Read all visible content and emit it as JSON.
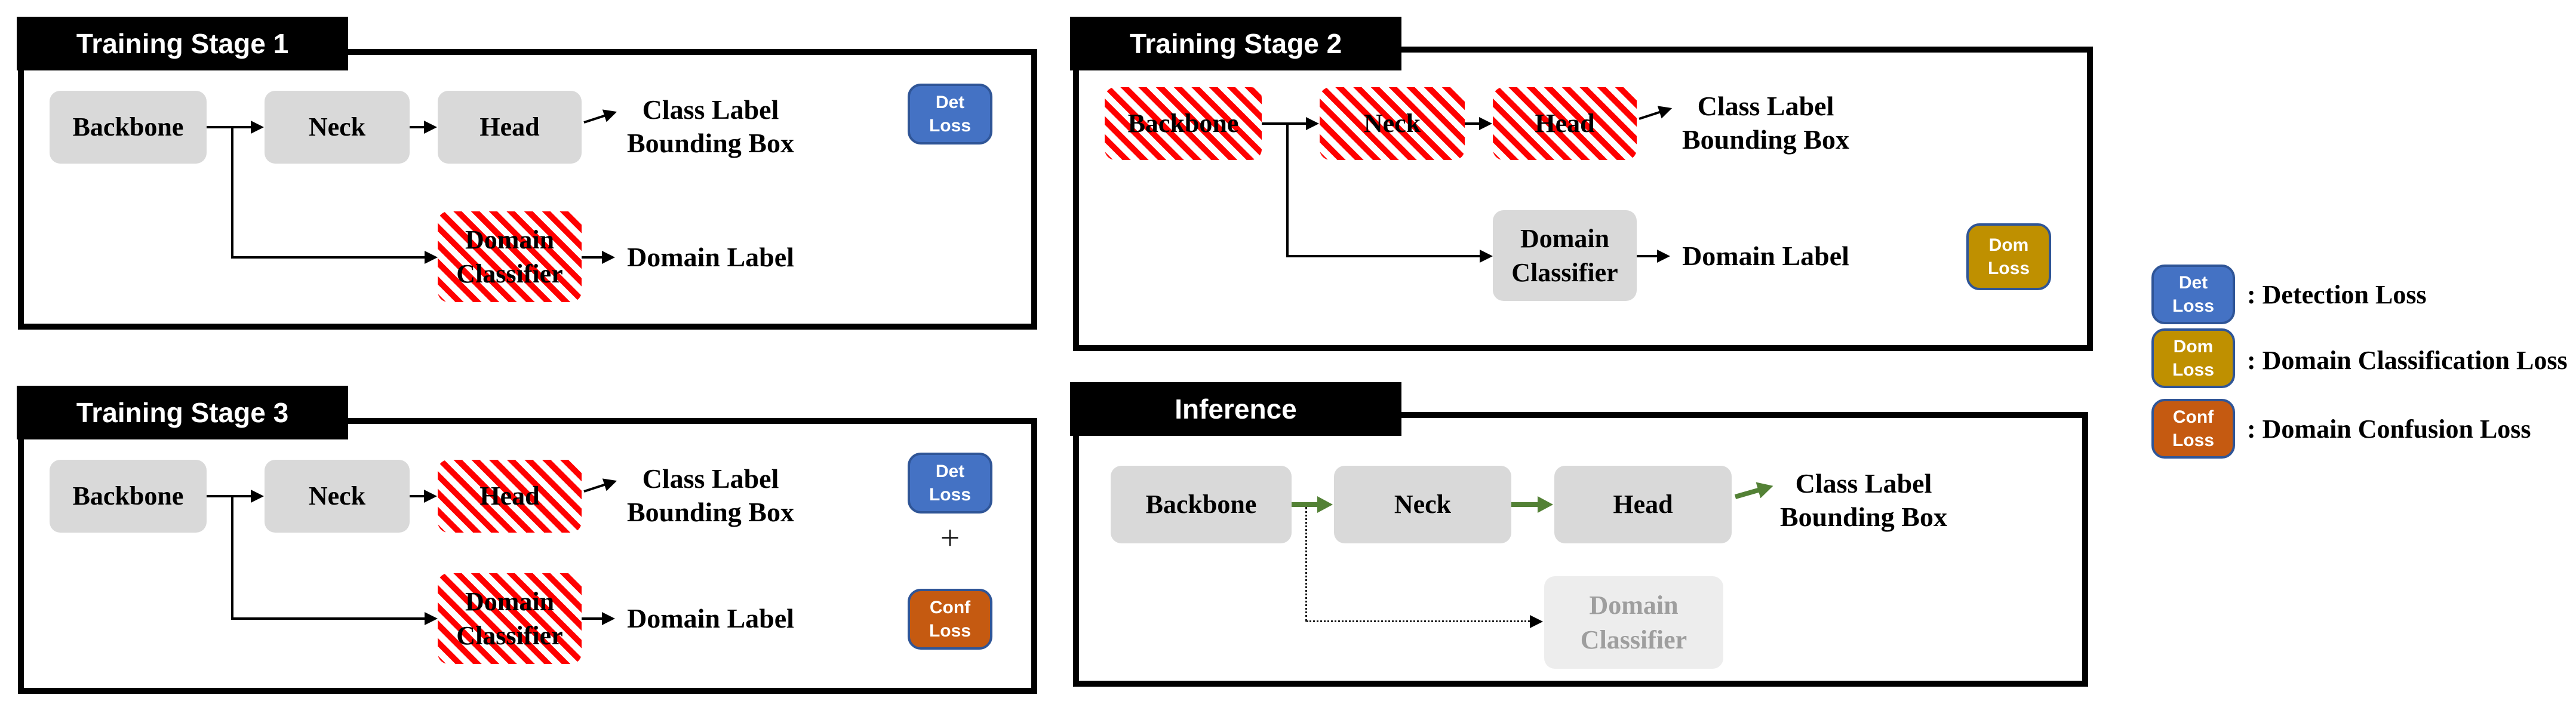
{
  "colors": {
    "det-blue": "#4472C4",
    "dom-gold": "#BF9000",
    "conf-orange": "#C55A11",
    "badge-border": "#2F5597",
    "hatch-red": "#FF0000",
    "box-gray": "#D9D9D9",
    "faded-gray": "#EDEDED",
    "faded-text": "#9E9E9E",
    "green-arrow": "#538135"
  },
  "stage1": {
    "title": "Training Stage 1",
    "backbone": "Backbone",
    "neck": "Neck",
    "head": "Head",
    "dc_line1": "Domain",
    "dc_line2": "Classifier",
    "out_line1": "Class Label",
    "out_line2": "Bounding Box",
    "domain_label": "Domain Label",
    "badge_det_line1": "Det",
    "badge_det_line2": "Loss"
  },
  "stage2": {
    "title": "Training Stage 2",
    "backbone": "Backbone",
    "neck": "Neck",
    "head": "Head",
    "dc_line1": "Domain",
    "dc_line2": "Classifier",
    "out_line1": "Class Label",
    "out_line2": "Bounding Box",
    "domain_label": "Domain Label",
    "badge_dom_line1": "Dom",
    "badge_dom_line2": "Loss"
  },
  "stage3": {
    "title": "Training Stage 3",
    "backbone": "Backbone",
    "neck": "Neck",
    "head": "Head",
    "dc_line1": "Domain",
    "dc_line2": "Classifier",
    "out_line1": "Class Label",
    "out_line2": "Bounding Box",
    "domain_label": "Domain Label",
    "badge_det_line1": "Det",
    "badge_det_line2": "Loss",
    "plus": "+",
    "badge_conf_line1": "Conf",
    "badge_conf_line2": "Loss"
  },
  "inference": {
    "title": "Inference",
    "backbone": "Backbone",
    "neck": "Neck",
    "head": "Head",
    "dc_line1": "Domain",
    "dc_line2": "Classifier",
    "out_line1": "Class Label",
    "out_line2": "Bounding Box"
  },
  "legend": {
    "items": [
      {
        "badge_line1": "Det",
        "badge_line2": "Loss",
        "label": ": Detection Loss"
      },
      {
        "badge_line1": "Dom",
        "badge_line2": "Loss",
        "label": ": Domain Classification Loss"
      },
      {
        "badge_line1": "Conf",
        "badge_line2": "Loss",
        "label": ": Domain Confusion Loss"
      }
    ]
  }
}
